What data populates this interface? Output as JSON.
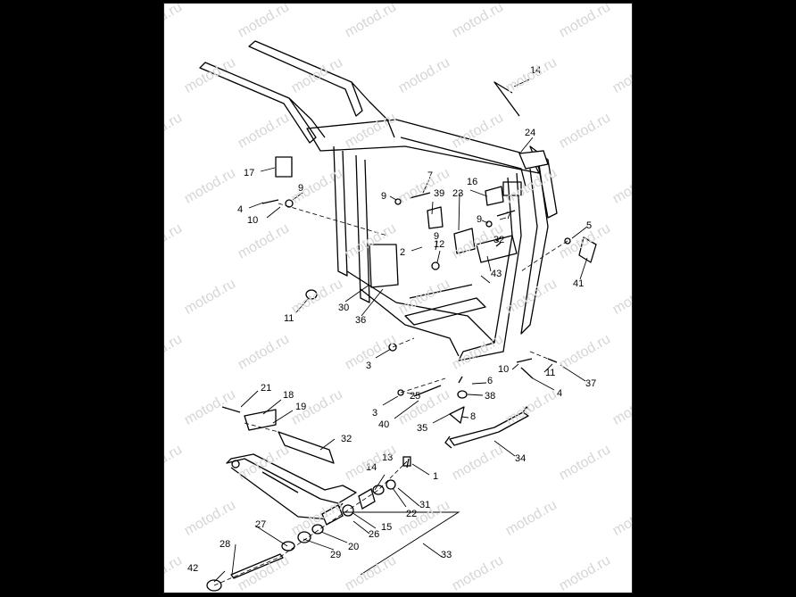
{
  "watermark": "motod.ru",
  "callouts": [
    "1",
    "2",
    "3",
    "3",
    "4",
    "4",
    "5",
    "6",
    "7",
    "7",
    "8",
    "9",
    "9",
    "9",
    "9",
    "10",
    "10",
    "11",
    "11",
    "12",
    "13",
    "14",
    "14",
    "15",
    "16",
    "17",
    "18",
    "19",
    "20",
    "21",
    "22",
    "23",
    "24",
    "25",
    "26",
    "27",
    "28",
    "29",
    "30",
    "31",
    "32",
    "32",
    "33",
    "34",
    "35",
    "36",
    "37",
    "38",
    "39",
    "40",
    "41",
    "42",
    "43"
  ],
  "colors": {
    "background": "#000000",
    "sheet": "#ffffff",
    "line": "#000000",
    "watermark": "#d6d6d6"
  }
}
